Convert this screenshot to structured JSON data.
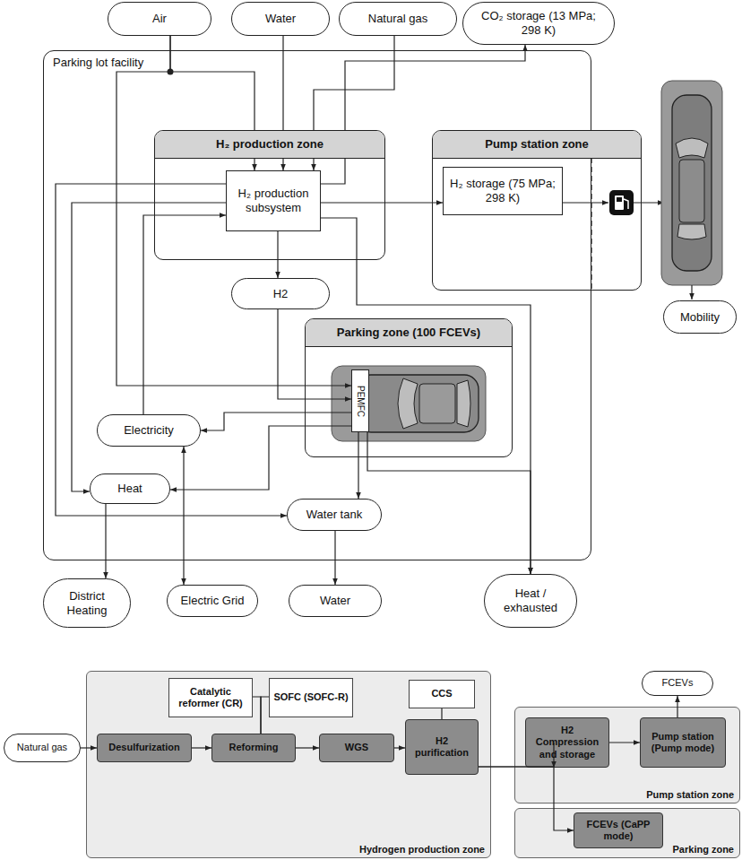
{
  "diagram": {
    "nodes": [
      {
        "text": [
          "Air"
        ]
      },
      {
        "text": [
          "Water"
        ]
      },
      {
        "text": [
          "Natural gas"
        ]
      },
      {
        "text": [
          "CO₂ storage (13 MPa; 298 K)"
        ]
      },
      {
        "text": [
          "Parking lot facility"
        ]
      },
      {
        "text": [
          "H₂ production zone"
        ],
        "in": 4
      },
      {
        "text": [
          "H₂ production subsystem"
        ],
        "in": 5
      },
      {
        "text": [
          "Pump station zone"
        ],
        "in": 4
      },
      {
        "text": [
          "H₂ storage (75 MPa; 298 K)"
        ],
        "in": 7
      },
      {
        "text": [
          "Mobility"
        ]
      },
      {
        "text": [
          "H2"
        ],
        "in": 4
      },
      {
        "text": [
          "Parking zone (100 FCEVs)"
        ],
        "in": 4
      },
      {
        "text": [
          "PEMFC"
        ],
        "in": 11
      },
      {
        "text": [
          "Electricity"
        ],
        "in": 4
      },
      {
        "text": [
          "Heat"
        ],
        "in": 4
      },
      {
        "text": [
          "Water tank"
        ],
        "in": 4
      },
      {
        "text": [
          "District Heating"
        ]
      },
      {
        "text": [
          "Electric Grid"
        ]
      },
      {
        "text": [
          "Water"
        ]
      },
      {
        "text": [
          "Heat / exhausted"
        ]
      },
      {
        "text": [
          "Natural gas"
        ]
      },
      {
        "text": [
          "Hydrogen production zone"
        ]
      },
      {
        "text": [
          "Catalytic reformer (CR)"
        ],
        "in": 21
      },
      {
        "text": [
          "SOFC (SOFC-R)"
        ],
        "in": 21
      },
      {
        "text": [
          "CCS"
        ],
        "in": 21
      },
      {
        "text": [
          "Desulfurization"
        ],
        "in": 21
      },
      {
        "text": [
          "Reforming"
        ],
        "in": 21
      },
      {
        "text": [
          "WGS"
        ],
        "in": 21
      },
      {
        "text": [
          "H2 purification"
        ],
        "in": 21
      },
      {
        "text": [
          "FCEVs"
        ]
      },
      {
        "text": [
          "Pump station zone"
        ]
      },
      {
        "text": [
          "H2 Compression and storage"
        ],
        "in": 30
      },
      {
        "text": [
          "Pump station (Pump mode)"
        ],
        "in": 30
      },
      {
        "text": [
          "Parking zone"
        ]
      },
      {
        "text": [
          "FCEVs (CaPP mode)"
        ],
        "in": 33
      }
    ],
    "edges": [
      {
        "from": 0,
        "to": 6,
        "arrow": "to"
      },
      {
        "from": 0,
        "to": 12,
        "arrow": "to"
      },
      {
        "from": 1,
        "to": 6,
        "arrow": "to"
      },
      {
        "from": 2,
        "to": 6,
        "arrow": "to"
      },
      {
        "from": 6,
        "to": 3,
        "arrow": "to"
      },
      {
        "from": 6,
        "to": 8,
        "arrow": "to"
      },
      {
        "from": 6,
        "to": 10,
        "arrow": "to"
      },
      {
        "from": 10,
        "to": 12,
        "arrow": "to"
      },
      {
        "from": 13,
        "to": 6,
        "arrow": "to"
      },
      {
        "from": 6,
        "to": 14,
        "arrow": "to"
      },
      {
        "from": 6,
        "to": 15,
        "arrow": "to"
      },
      {
        "from": 6,
        "to": 19,
        "arrow": "to"
      },
      {
        "from": 12,
        "to": 13,
        "arrow": "to"
      },
      {
        "from": 12,
        "to": 14,
        "arrow": "to"
      },
      {
        "from": 12,
        "to": 15,
        "arrow": "to"
      },
      {
        "from": 12,
        "to": 19,
        "arrow": "to"
      },
      {
        "from": 13,
        "to": 17,
        "arrow": "both"
      },
      {
        "from": 14,
        "to": 16,
        "arrow": "to"
      },
      {
        "from": 15,
        "to": 18,
        "arrow": "to"
      },
      {
        "from": 20,
        "to": 25,
        "arrow": "to"
      },
      {
        "from": 25,
        "to": 26,
        "arrow": "to"
      },
      {
        "from": 26,
        "to": 27,
        "arrow": "to"
      },
      {
        "from": 27,
        "to": 28,
        "arrow": "to"
      },
      {
        "from": 22,
        "to": 26,
        "arrow": "none"
      },
      {
        "from": 23,
        "to": 26,
        "arrow": "none"
      },
      {
        "from": 24,
        "to": 28,
        "arrow": "none"
      },
      {
        "from": 28,
        "to": 31,
        "arrow": "to"
      },
      {
        "from": 28,
        "to": 34,
        "arrow": "to"
      },
      {
        "from": 31,
        "to": 32,
        "arrow": "to"
      },
      {
        "from": 32,
        "to": 29,
        "arrow": "to"
      }
    ]
  }
}
